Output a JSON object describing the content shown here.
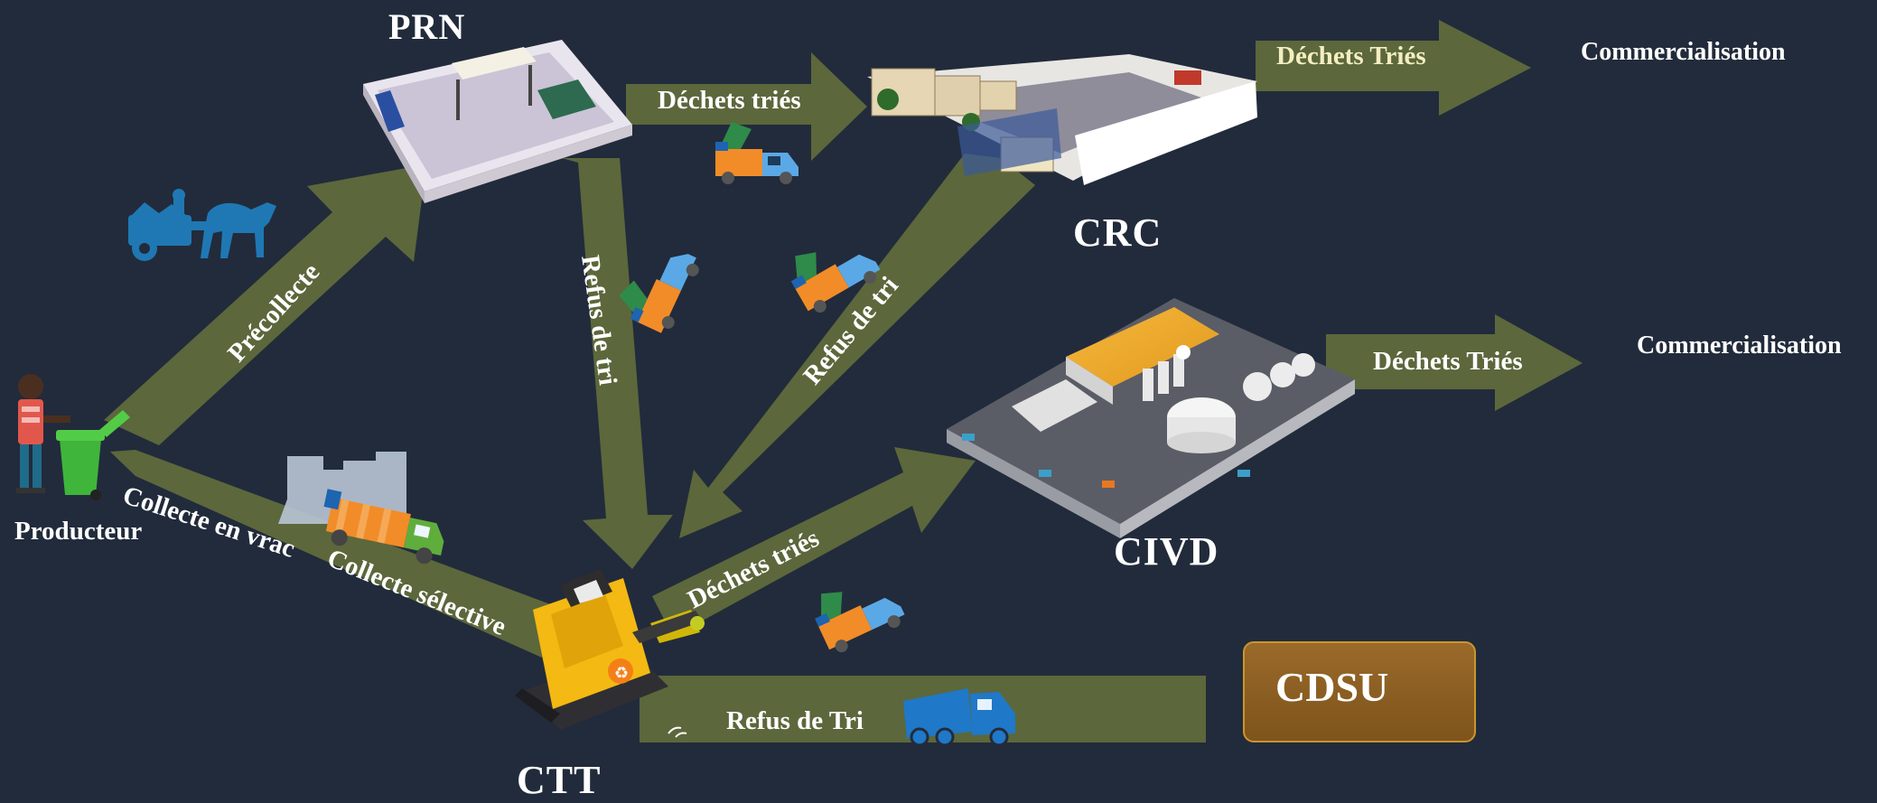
{
  "nodes": {
    "prn": "PRN",
    "crc": "CRC",
    "civd": "CIVD",
    "ctt": "CTT",
    "cdsu": "CDSU",
    "producteur": "Producteur"
  },
  "flows": {
    "precollecte": "Précollecte",
    "dechets_tries_prn_crc": "Déchets triés",
    "dechets_tries_crc_out": "Déchets Triés",
    "dechets_tries_civd_out": "Déchets Triés",
    "refus_de_tri_prn_ctt": "Refus de tri",
    "refus_de_tri_crc_ctt": "Refus de tri",
    "collecte_en_vrac": "Collecte en vrac",
    "collecte_selective": "Collecte sélective",
    "dechets_tries_ctt_civd": "Déchets triés",
    "refus_de_tri_ctt_cdsu": "Refus de Tri"
  },
  "outputs": {
    "commercialisation_top": "Commercialisation",
    "commercialisation_mid": "Commercialisation"
  },
  "colors": {
    "background": "#222b3b",
    "arrow": "#5f6a3c",
    "cdsu_box": "#8a5d22"
  }
}
